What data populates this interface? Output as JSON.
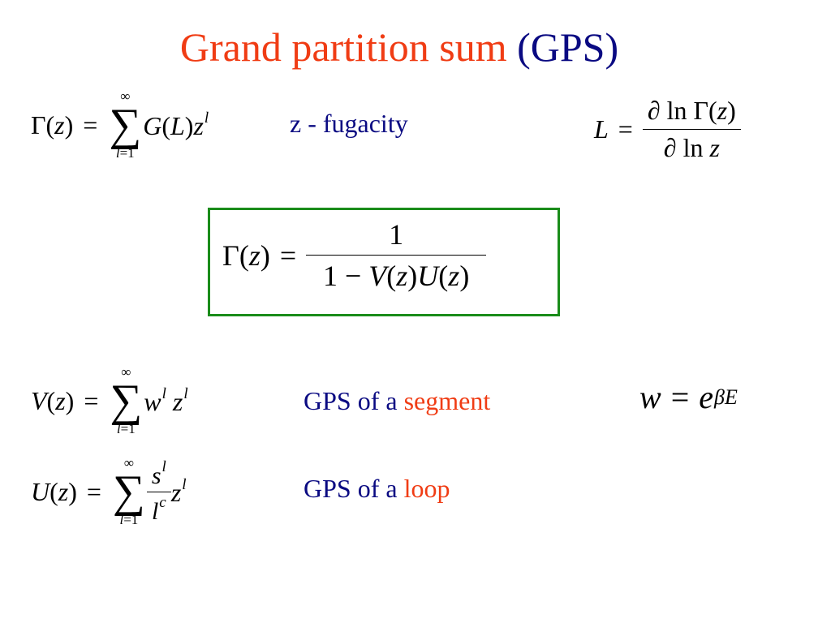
{
  "title": {
    "main": "Grand partition sum",
    "abbr": "(GPS)"
  },
  "labels": {
    "fugacity": "z - fugacity",
    "segment_prefix": "GPS of a",
    "segment_word": "segment",
    "loop_prefix": "GPS of a",
    "loop_word": "loop"
  },
  "colors": {
    "title_red": "#f03c14",
    "navy": "#0a0a82",
    "box_green": "#1a8c1a"
  }
}
